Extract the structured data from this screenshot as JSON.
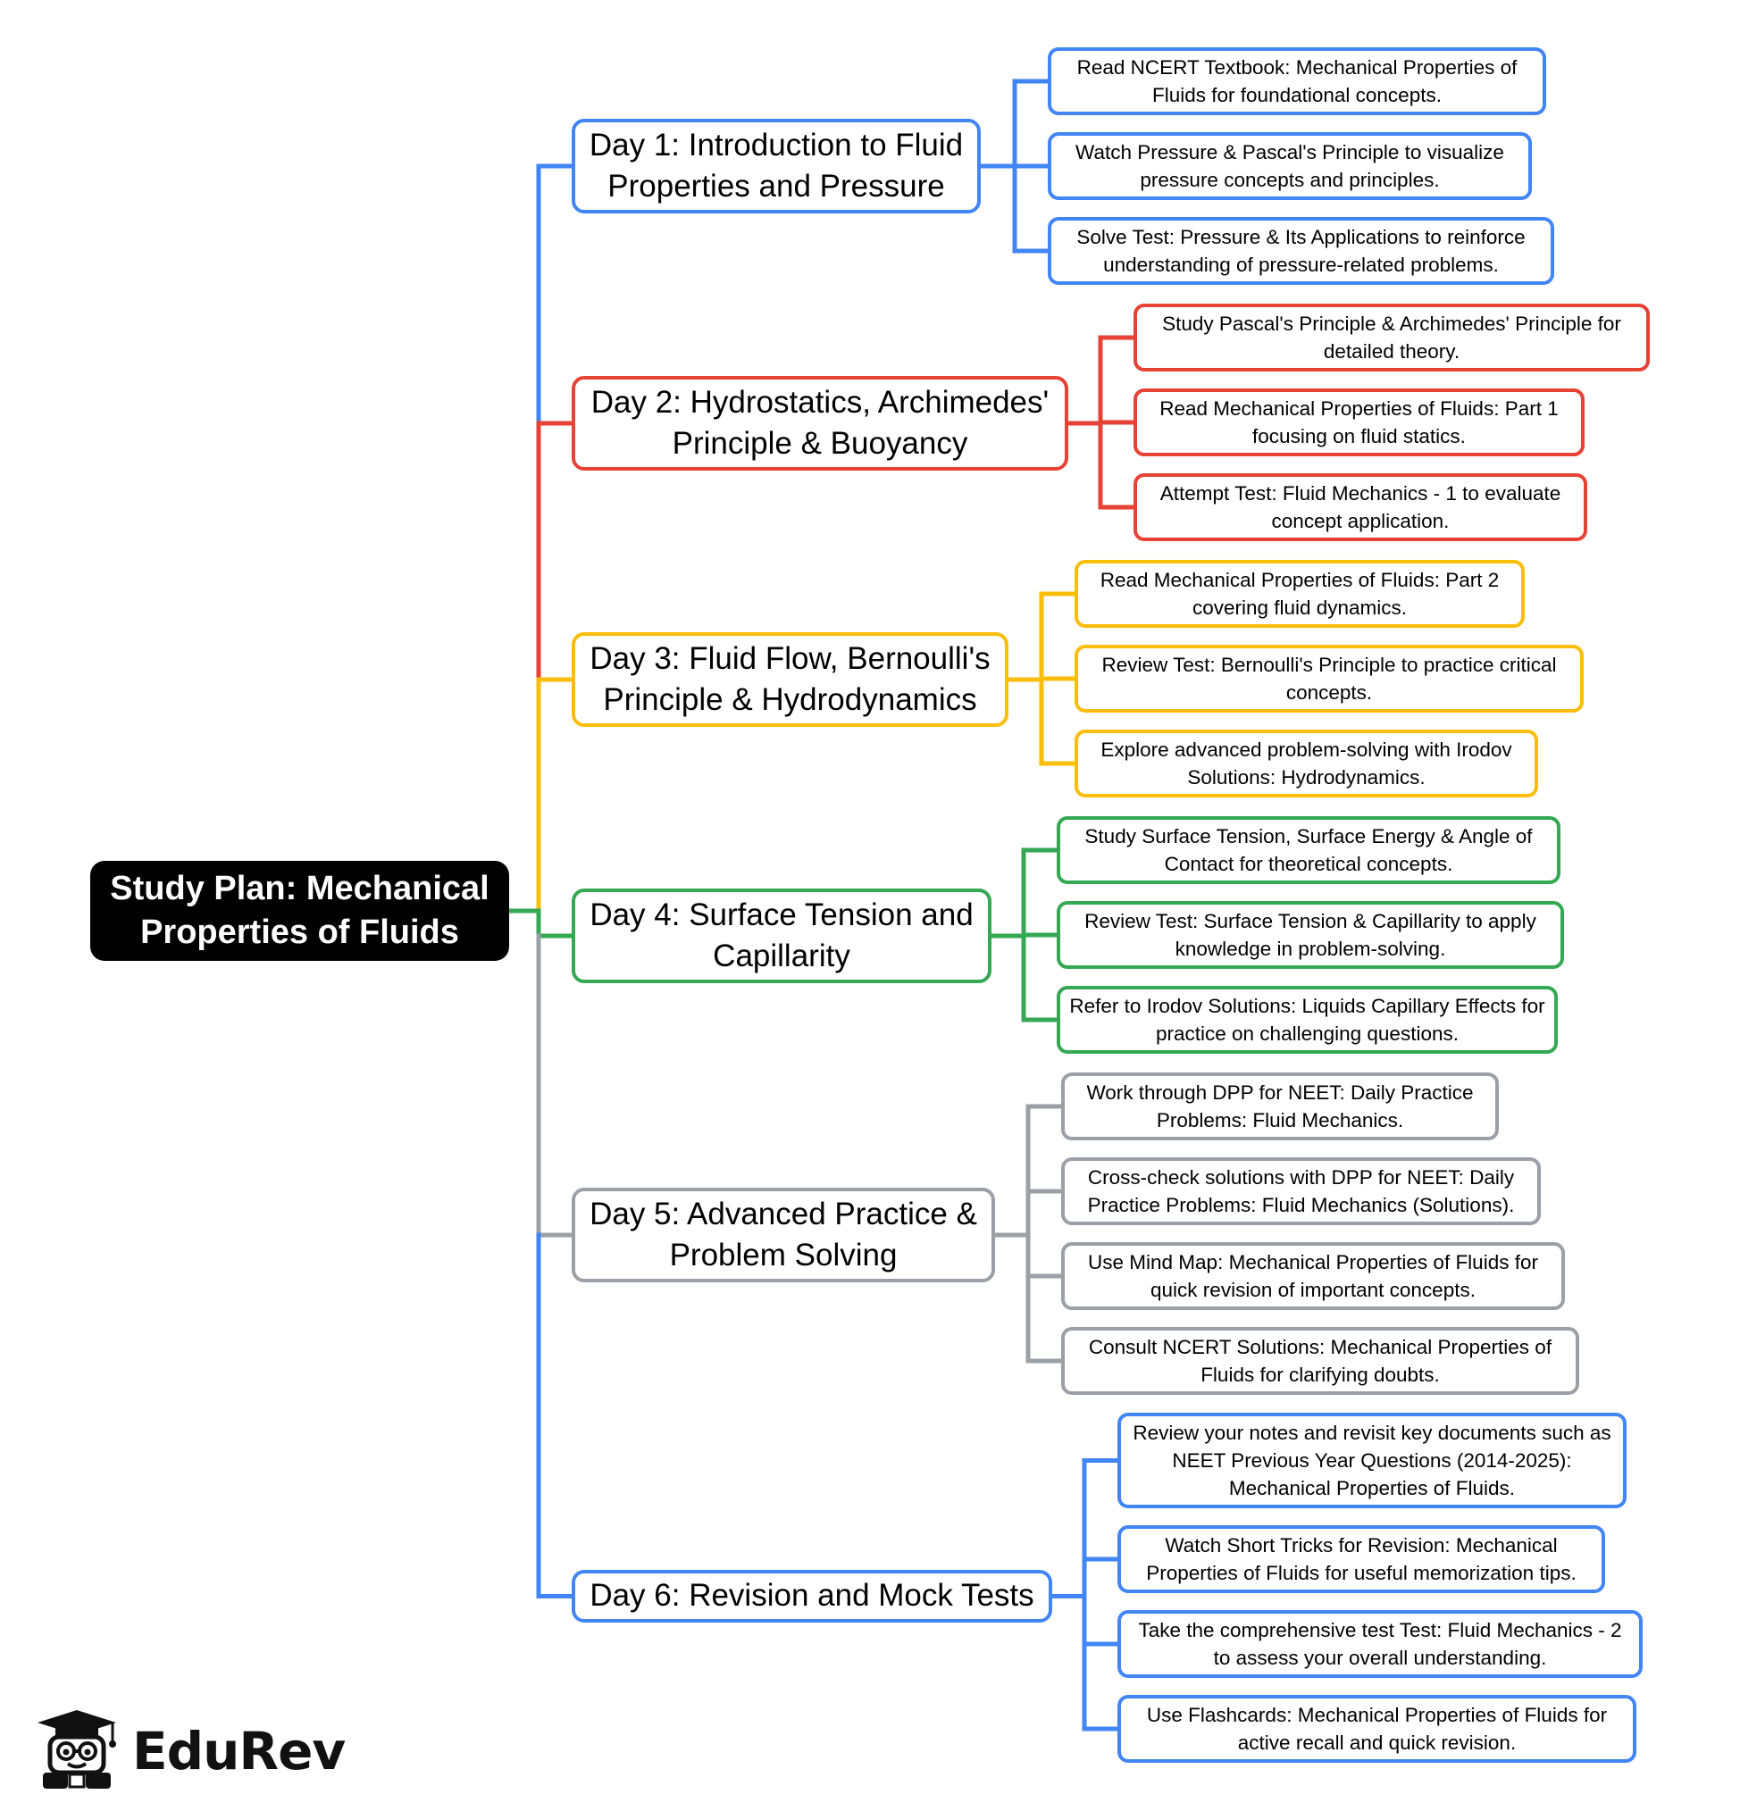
{
  "root": {
    "title": "Study Plan: Mechanical Properties of Fluids"
  },
  "colors": {
    "blue": "#4285f4",
    "red": "#e64235",
    "yellow": "#f9bd0a",
    "green": "#34a853",
    "gray": "#9aa0a6"
  },
  "days": [
    {
      "title": "Day 1: Introduction to Fluid Properties and Pressure",
      "color": "blue",
      "tasks": [
        "Read NCERT Textbook: Mechanical Properties of Fluids for foundational concepts.",
        "Watch Pressure & Pascal's Principle to visualize pressure concepts and principles.",
        "Solve Test: Pressure & Its Applications to reinforce understanding of pressure-related problems."
      ]
    },
    {
      "title": "Day 2: Hydrostatics, Archimedes' Principle & Buoyancy",
      "color": "red",
      "tasks": [
        "Study Pascal's Principle & Archimedes' Principle for detailed theory.",
        "Read Mechanical Properties of Fluids: Part 1 focusing on fluid statics.",
        "Attempt Test: Fluid Mechanics - 1 to evaluate concept application."
      ]
    },
    {
      "title": "Day 3: Fluid Flow, Bernoulli's Principle & Hydrodynamics",
      "color": "yellow",
      "tasks": [
        "Read Mechanical Properties of Fluids: Part 2 covering fluid dynamics.",
        "Review Test: Bernoulli's Principle to practice critical concepts.",
        "Explore advanced problem-solving with Irodov Solutions: Hydrodynamics."
      ]
    },
    {
      "title": "Day 4: Surface Tension and Capillarity",
      "color": "green",
      "tasks": [
        "Study Surface Tension, Surface Energy & Angle of Contact for theoretical concepts.",
        "Review Test: Surface Tension & Capillarity to apply knowledge in problem-solving.",
        "Refer to Irodov Solutions: Liquids Capillary Effects for practice on challenging questions."
      ]
    },
    {
      "title": "Day 5: Advanced Practice & Problem Solving",
      "color": "gray",
      "tasks": [
        "Work through DPP for NEET: Daily Practice Problems: Fluid Mechanics.",
        "Cross-check solutions with DPP for NEET: Daily Practice Problems: Fluid Mechanics (Solutions).",
        "Use Mind Map: Mechanical Properties of Fluids for quick revision of important concepts.",
        "Consult NCERT Solutions: Mechanical Properties of Fluids for clarifying doubts."
      ]
    },
    {
      "title": "Day 6: Revision and Mock Tests",
      "color": "blue",
      "tasks": [
        "Review your notes and revisit key documents such as NEET Previous Year Questions (2014-2025): Mechanical Properties of Fluids.",
        "Watch Short Tricks for Revision: Mechanical Properties of Fluids for useful memorization tips.",
        "Take the comprehensive test Test: Fluid Mechanics - 2 to assess your overall understanding.",
        "Use Flashcards: Mechanical Properties of Fluids for active recall and quick revision."
      ]
    }
  ],
  "logo": {
    "brand": "EduRev",
    "icon": "graduation-cap-mascot-icon"
  }
}
